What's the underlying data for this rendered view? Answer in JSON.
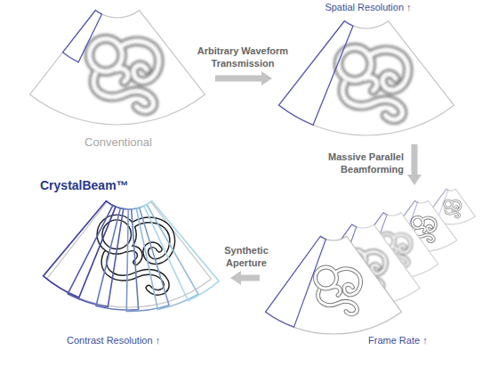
{
  "diagram": {
    "nodes": [
      {
        "text": [
          "Conventional"
        ]
      },
      {
        "text": [
          "Spatial Resolution ↑"
        ]
      },
      {
        "text": [
          "Frame Rate ↑"
        ]
      },
      {
        "text": [
          "CrystalBeam™",
          "Contrast Resolution ↑"
        ]
      }
    ],
    "edges": [
      {
        "from": 0,
        "to": 1,
        "arrow": "to",
        "label": "Arbitrary Waveform Transmission"
      },
      {
        "from": 1,
        "to": 2,
        "arrow": "to",
        "label": "Massive Parallel Beamforming"
      },
      {
        "from": 2,
        "to": 3,
        "arrow": "to",
        "label": "Synthetic Aperture"
      }
    ]
  }
}
